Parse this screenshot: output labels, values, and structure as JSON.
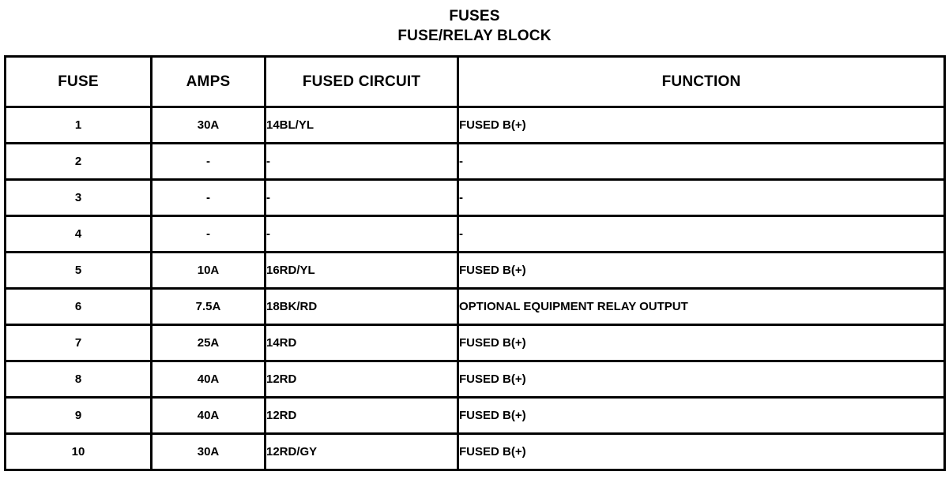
{
  "title": {
    "line1": "FUSES",
    "line2": "FUSE/RELAY BLOCK"
  },
  "table": {
    "headers": {
      "fuse": "FUSE",
      "amps": "AMPS",
      "circuit": "FUSED CIRCUIT",
      "function": "FUNCTION"
    },
    "rows": [
      {
        "fuse": "1",
        "amps": "30A",
        "circuit": "14BL/YL",
        "function": "FUSED B(+)"
      },
      {
        "fuse": "2",
        "amps": "-",
        "circuit": "-",
        "function": "-"
      },
      {
        "fuse": "3",
        "amps": "-",
        "circuit": "-",
        "function": "-"
      },
      {
        "fuse": "4",
        "amps": "-",
        "circuit": "-",
        "function": "-"
      },
      {
        "fuse": "5",
        "amps": "10A",
        "circuit": "16RD/YL",
        "function": "FUSED B(+)"
      },
      {
        "fuse": "6",
        "amps": "7.5A",
        "circuit": "18BK/RD",
        "function": "OPTIONAL EQUIPMENT RELAY OUTPUT"
      },
      {
        "fuse": "7",
        "amps": "25A",
        "circuit": "14RD",
        "function": "FUSED B(+)"
      },
      {
        "fuse": "8",
        "amps": "40A",
        "circuit": "12RD",
        "function": "FUSED B(+)"
      },
      {
        "fuse": "9",
        "amps": "40A",
        "circuit": "12RD",
        "function": "FUSED B(+)"
      },
      {
        "fuse": "10",
        "amps": "30A",
        "circuit": "12RD/GY",
        "function": "FUSED B(+)"
      }
    ]
  },
  "colors": {
    "border": "#000000",
    "text": "#000000",
    "background": "#ffffff"
  }
}
